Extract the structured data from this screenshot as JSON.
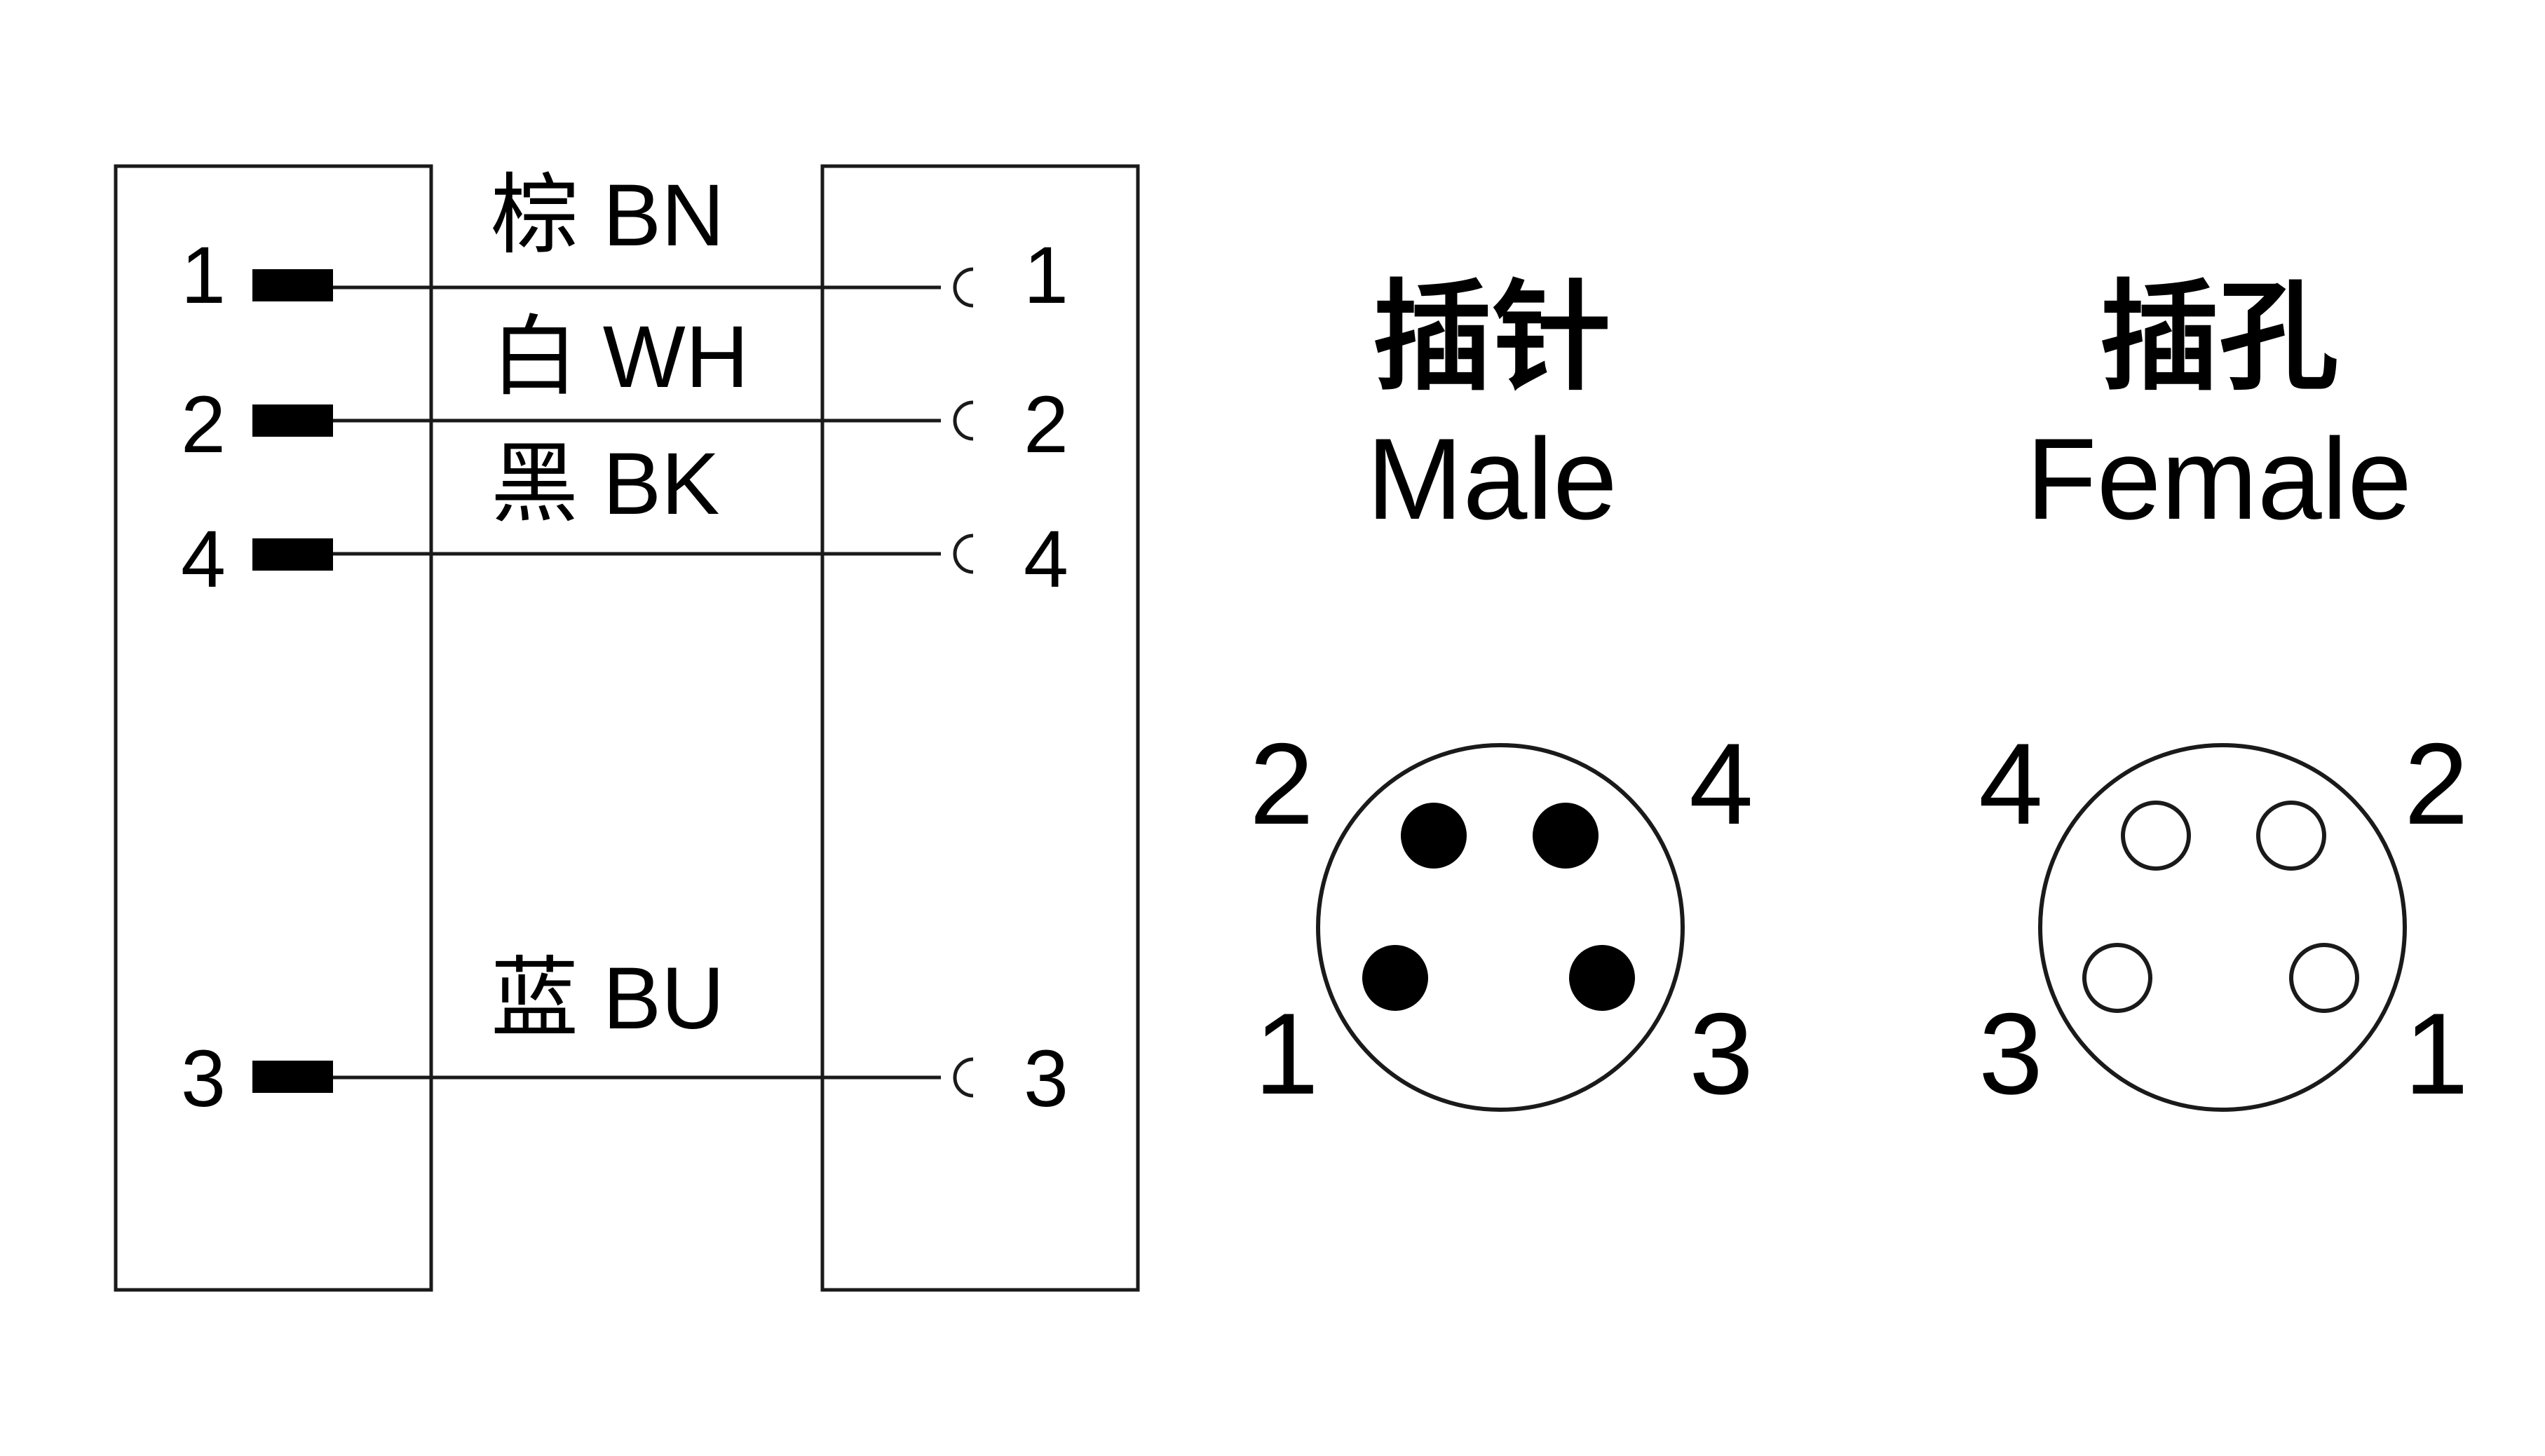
{
  "colors": {
    "line": "#1a1a1a",
    "background": "#ffffff"
  },
  "wiring": {
    "wires": [
      {
        "pin": "1",
        "color_label": "棕 BN"
      },
      {
        "pin": "2",
        "color_label": "白 WH"
      },
      {
        "pin": "4",
        "color_label": "黑 BK"
      },
      {
        "pin": "3",
        "color_label": "蓝 BU"
      }
    ]
  },
  "male": {
    "title_cn": "插针",
    "title_en": "Male",
    "pins": {
      "top_left": "2",
      "top_right": "4",
      "bottom_left": "1",
      "bottom_right": "3"
    }
  },
  "female": {
    "title_cn": "插孔",
    "title_en": "Female",
    "pins": {
      "top_left": "4",
      "top_right": "2",
      "bottom_left": "3",
      "bottom_right": "1"
    }
  }
}
